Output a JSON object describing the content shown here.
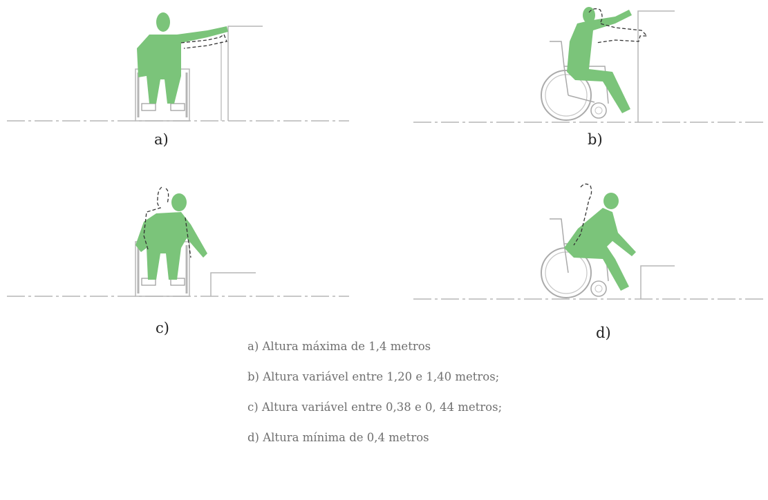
{
  "colors": {
    "figure_green": "#7bc47a",
    "line_gray": "#b5b5b5",
    "outline_dark": "#333333",
    "note_text": "#6f6f6f"
  },
  "figures": [
    {
      "id": "a",
      "caption": "a)",
      "view": "front",
      "reach": "high"
    },
    {
      "id": "b",
      "caption": "b)",
      "view": "side",
      "reach": "high"
    },
    {
      "id": "c",
      "caption": "c)",
      "view": "front",
      "reach": "low"
    },
    {
      "id": "d",
      "caption": "d)",
      "view": "side",
      "reach": "low"
    }
  ],
  "notes": [
    "a) Altura máxima de 1,4 metros",
    "b)  Altura variável  entre 1,20 e 1,40 metros;",
    "c)  Altura variável  entre 0,38 e 0, 44 metros;",
    "d) Altura mínima de 0,4 metros"
  ]
}
